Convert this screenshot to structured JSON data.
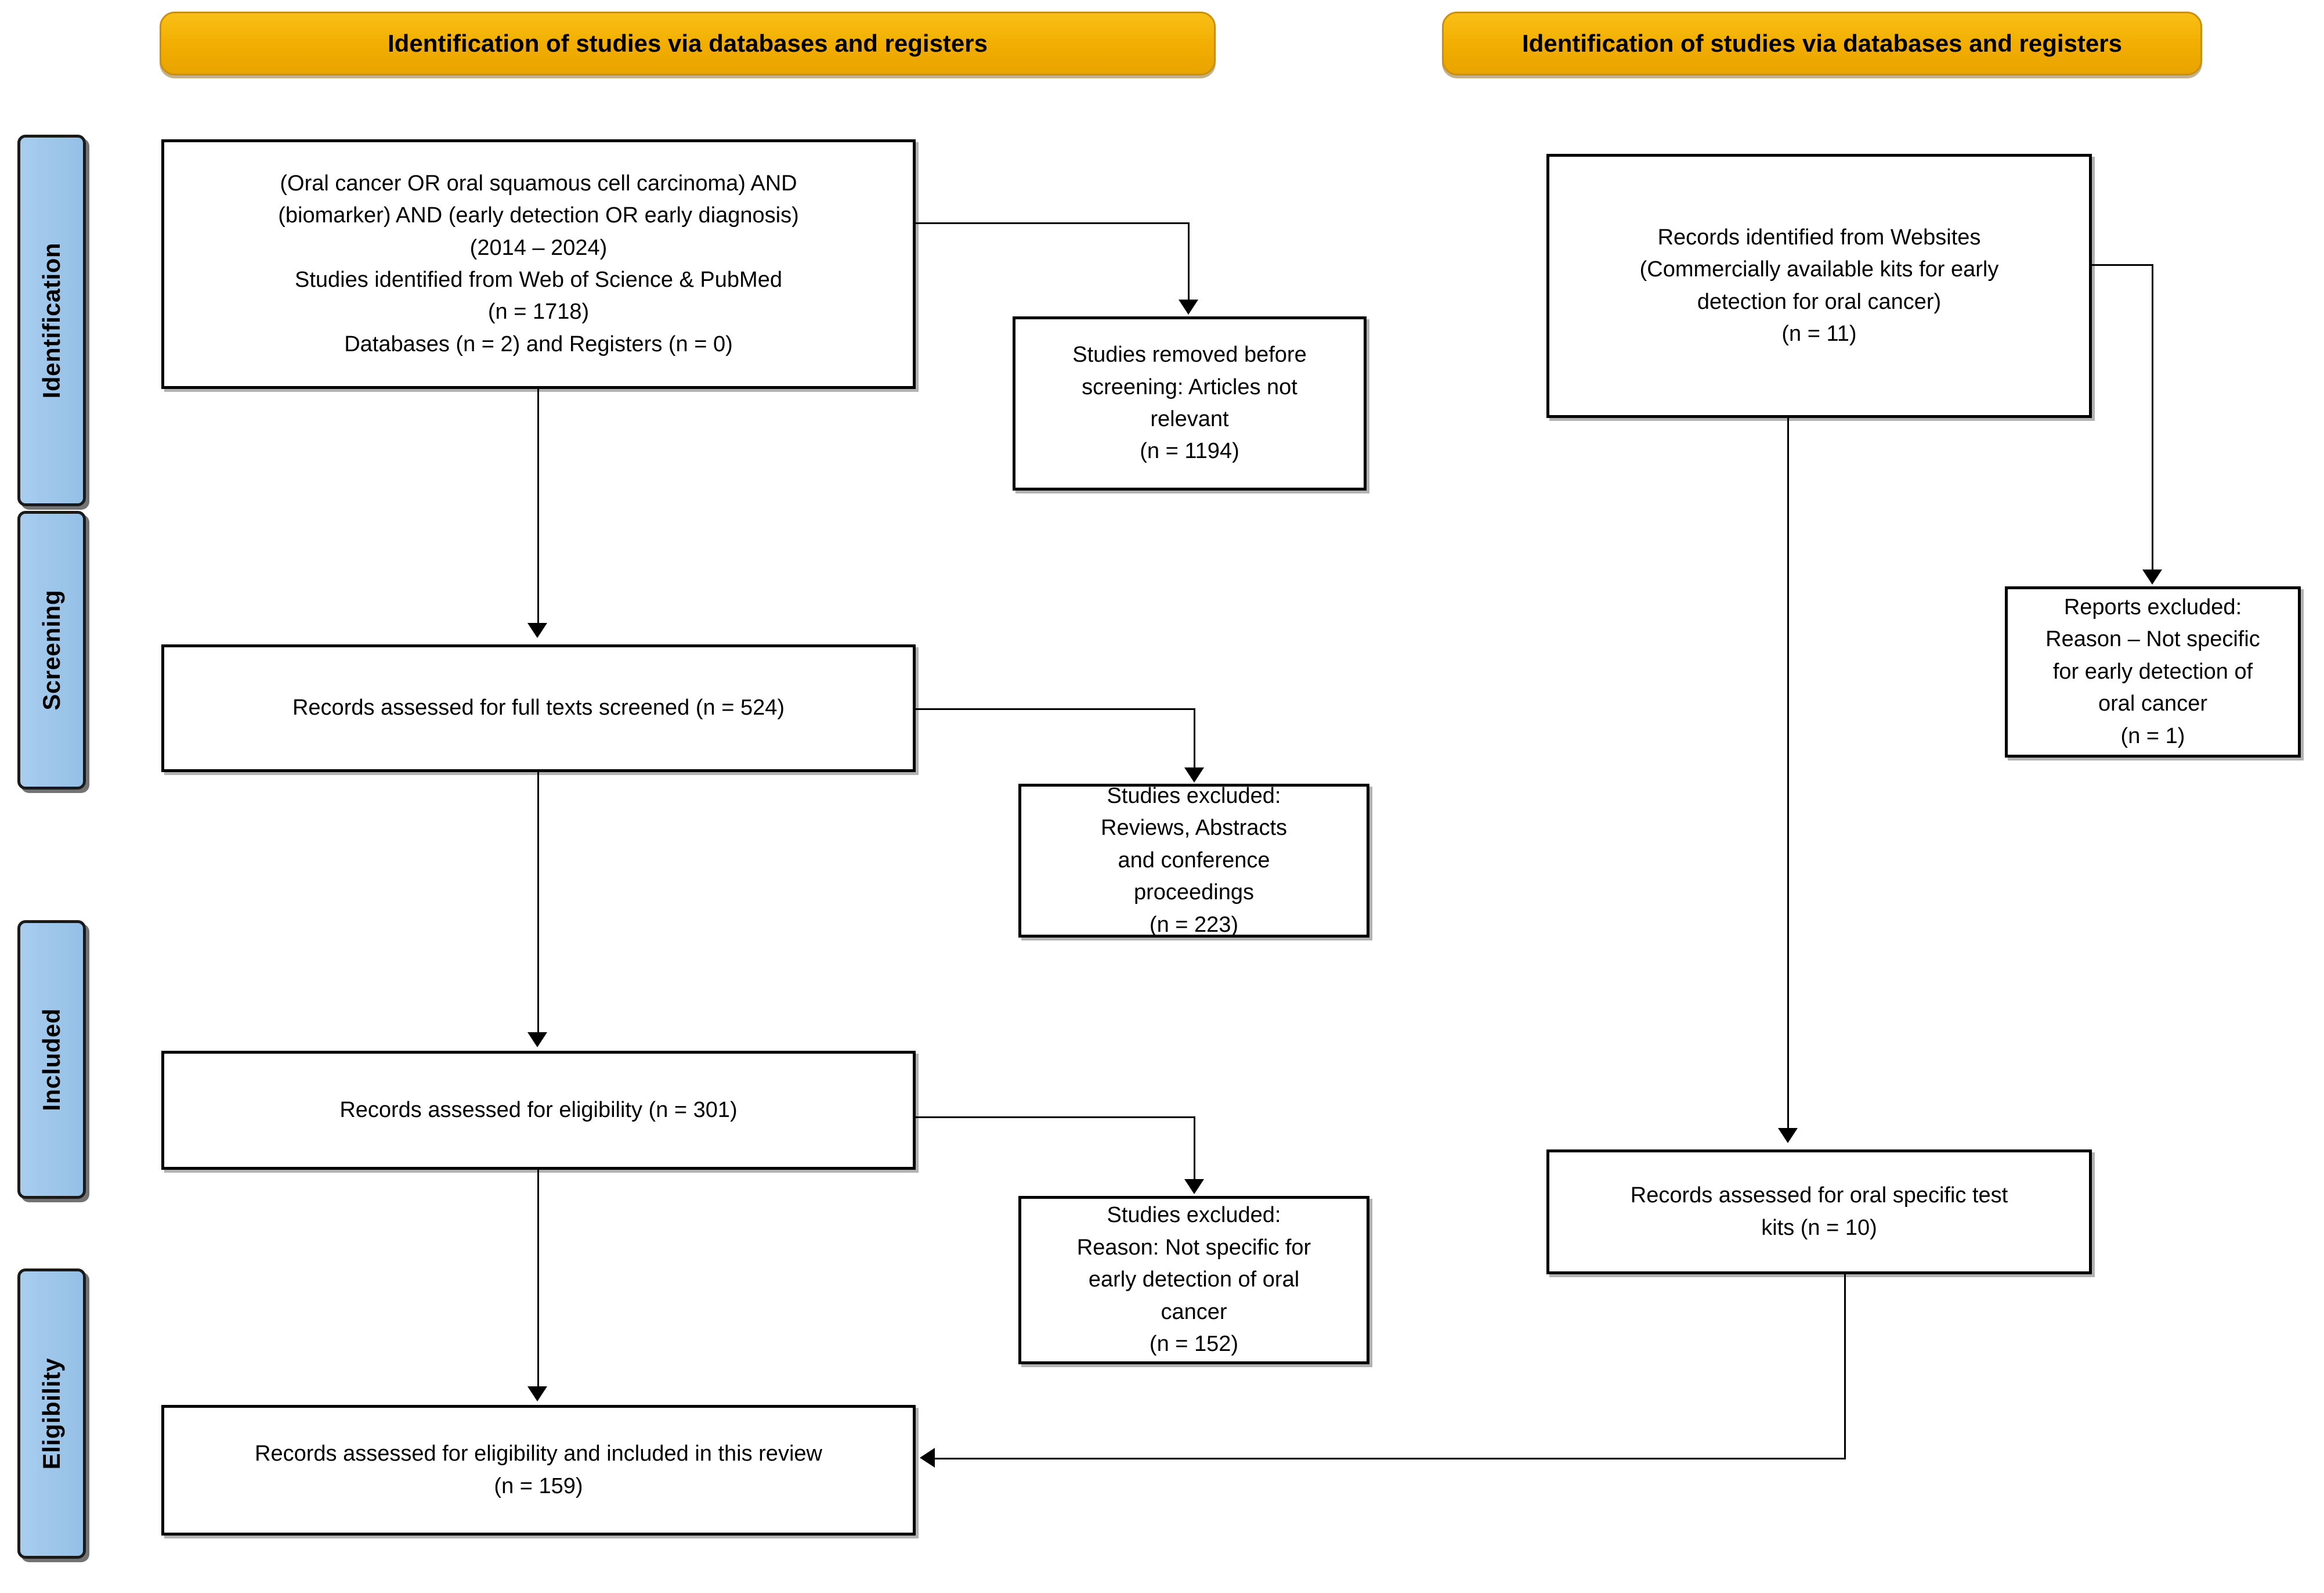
{
  "diagram": {
    "type": "PRISMA flow diagram",
    "headers": [
      {
        "id": "header-left",
        "label": "Identification of studies via databases and registers"
      },
      {
        "id": "header-right",
        "label": "Identification of studies via databases and registers"
      }
    ],
    "phases": [
      {
        "id": "phase-identification",
        "label": "Identification"
      },
      {
        "id": "phase-screening",
        "label": "Screening"
      },
      {
        "id": "phase-included",
        "label": "Included"
      },
      {
        "id": "phase-eligibility",
        "label": "Eligibility"
      }
    ],
    "boxes": {
      "search_query": {
        "text": "(Oral cancer OR oral squamous cell carcinoma) AND\n(biomarker) AND (early detection OR early diagnosis)\n(2014 – 2024)\nStudies identified from Web of Science & PubMed\n(n = 1718)\nDatabases (n = 2) and Registers (n = 0)"
      },
      "removed_before_screening": {
        "text": "Studies removed before\nscreening: Articles not\nrelevant\n(n = 1194)"
      },
      "full_texts_screened": {
        "text": "Records assessed for full texts screened (n = 524)"
      },
      "excluded_reviews": {
        "text": "Studies excluded:\nReviews, Abstracts\nand conference\nproceedings\n(n = 223)"
      },
      "assessed_eligibility": {
        "text": "Records assessed for eligibility (n = 301)"
      },
      "excluded_not_specific": {
        "text": "Studies excluded:\nReason: Not specific for\nearly detection of oral\ncancer\n(n = 152)"
      },
      "included_in_review": {
        "text": "Records assessed for eligibility and included in this review\n(n = 159)"
      },
      "websites_records": {
        "text": "Records identified from Websites\n(Commercially available kits for early\ndetection for oral cancer)\n(n = 11)"
      },
      "reports_excluded": {
        "text": "Reports excluded:\nReason – Not specific\nfor early detection of\noral cancer\n(n = 1)"
      },
      "oral_test_kits": {
        "text": "Records assessed for oral specific test\nkits (n = 10)"
      }
    },
    "colors": {
      "header_fill": "#f5b301",
      "header_border": "#c98f10",
      "phase_fill": "#9dc6ea",
      "box_border": "#000000",
      "connector": "#000000",
      "background": "#ffffff"
    },
    "counts": {
      "identified_total": 1718,
      "databases": 2,
      "registers": 0,
      "removed_before_screening": 1194,
      "full_texts_screened": 524,
      "excluded_reviews_abstracts": 223,
      "assessed_eligibility": 301,
      "excluded_not_specific": 152,
      "included_in_review": 159,
      "websites_records": 11,
      "reports_excluded": 1,
      "oral_test_kits": 10
    },
    "year_range": "2014 – 2024"
  }
}
